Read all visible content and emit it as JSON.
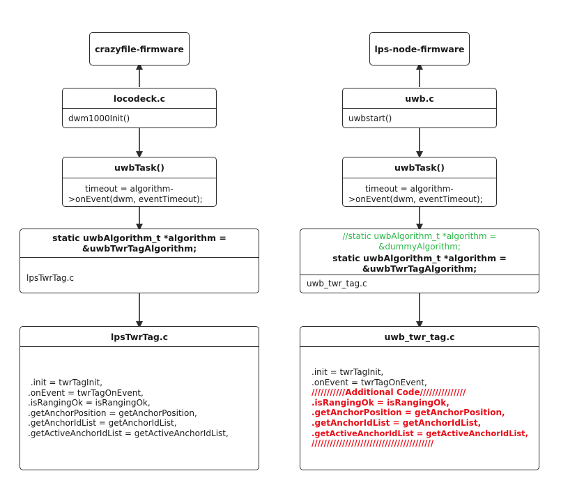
{
  "colors": {
    "border": "#2b2b2b",
    "comment_green": "#2db84a",
    "highlight_red": "#e8101a"
  },
  "left": {
    "top_box": "crazyfile-firmware",
    "deck_box": {
      "title": "locodeck.c",
      "body": "dwm1000Init()"
    },
    "task_box": {
      "title": "uwbTask()",
      "line1": "timeout = algorithm-",
      "line2": ">onEvent(dwm, eventTimeout);"
    },
    "algo_box": {
      "line1": "static uwbAlgorithm_t *algorithm =",
      "line2": "&uwbTwrTagAlgorithm;",
      "body": "lpsTwrTag.c"
    },
    "impl_box": {
      "title": "lpsTwrTag.c",
      "lines": [
        " .init = twrTagInit,",
        ".onEvent = twrTagOnEvent,",
        ".isRangingOk = isRangingOk,",
        ".getAnchorPosition = getAnchorPosition,",
        ".getAnchorIdList = getAnchorIdList,",
        ".getActiveAnchorIdList = getActiveAnchorIdList,"
      ]
    }
  },
  "right": {
    "top_box": "lps-node-firmware",
    "deck_box": {
      "title": "uwb.c",
      "body": "uwbstart()"
    },
    "task_box": {
      "title": "uwbTask()",
      "line1": "timeout = algorithm-",
      "line2": ">onEvent(dwm, eventTimeout);"
    },
    "algo_box": {
      "comment1": "//static uwbAlgorithm_t *algorithm =",
      "comment2": "&dummyAlgorithm;",
      "line1": "static uwbAlgorithm_t *algorithm =",
      "line2": "&uwbTwrTagAlgorithm;",
      "body": "uwb_twr_tag.c"
    },
    "impl_box": {
      "title": "uwb_twr_tag.c",
      "lines": [
        ".init = twrTagInit,",
        ".onEvent = twrTagOnEvent,"
      ],
      "red_lines": [
        "///////////Additional Code///////////////",
        ".isRangingOk = isRangingOk,",
        ".getAnchorPosition = getAnchorPosition,",
        ".getAnchorIdList = getAnchorIdList,",
        ".getActiveAnchorIdList = getActiveAnchorIdList,",
        "////////////////////////////////////////"
      ]
    }
  }
}
